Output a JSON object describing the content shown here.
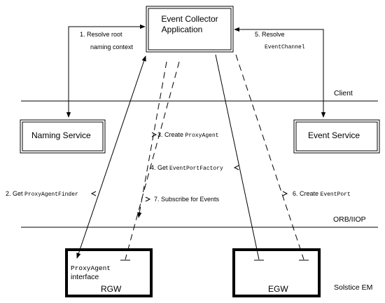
{
  "boxes": {
    "collector_line1": "Event Collector",
    "collector_line2": "Application",
    "naming": "Naming Service",
    "event_service": "Event Service",
    "rgw": "RGW",
    "rgw_iface_mono": "ProxyAgent",
    "rgw_iface_text": "interface",
    "egw": "EGW"
  },
  "tiers": {
    "client": "Client",
    "orb": "ORB/IIOP",
    "solstice": "Solstice EM"
  },
  "steps": {
    "s1_line1": "1. Resolve root",
    "s1_line2": "naming context",
    "s5_line1": "5. Resolve",
    "s5_mono": "EventChannel",
    "s3_prefix": "3. Create ",
    "s3_mono": "ProxyAgent",
    "s4_prefix": "4. Get ",
    "s4_mono": "EventPortFactory",
    "s2_prefix": "2. Get ",
    "s2_mono": "ProxyAgentFinder",
    "s7": "7. Subscribe for Events",
    "s6_prefix": "6. Create ",
    "s6_mono": "EventPort"
  }
}
